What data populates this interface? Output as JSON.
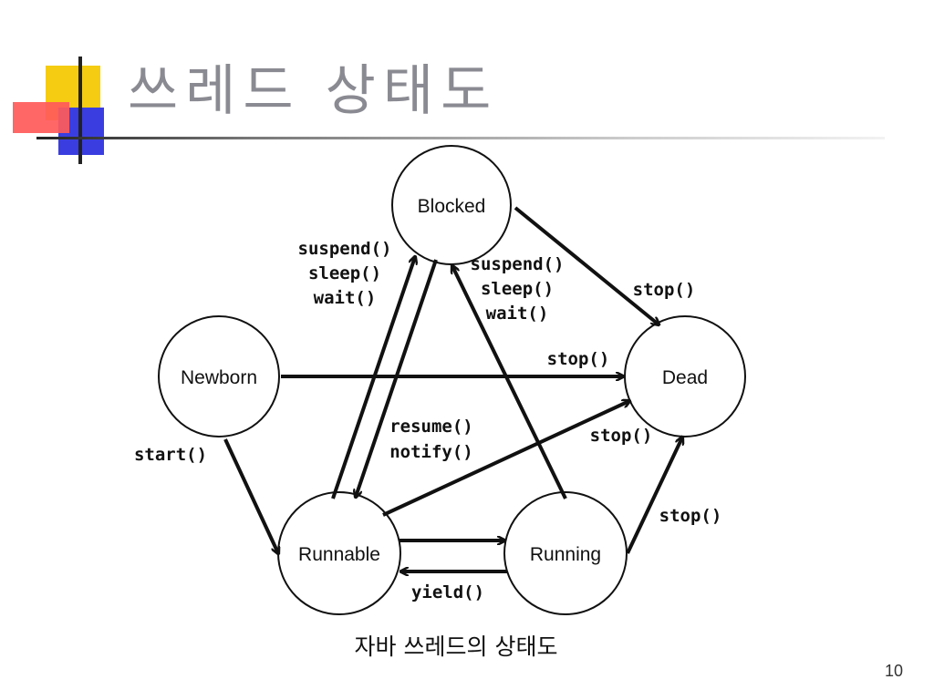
{
  "title": "쓰레드 상태도",
  "caption": "자바 쓰레드의 상태도",
  "page_number": "10",
  "states": {
    "blocked": "Blocked",
    "newborn": "Newborn",
    "dead": "Dead",
    "runnable": "Runnable",
    "running": "Running"
  },
  "transitions": {
    "runnable_to_blocked": [
      "suspend()",
      "sleep()",
      "wait()"
    ],
    "running_to_blocked": [
      "suspend()",
      "sleep()",
      "wait()"
    ],
    "blocked_to_dead": "stop()",
    "newborn_to_dead": "stop()",
    "blocked_to_runnable": [
      "resume()",
      "notify()"
    ],
    "runnable_to_dead": "stop()",
    "newborn_to_runnable": "start()",
    "running_to_dead": "stop()",
    "running_to_runnable": "yield()"
  }
}
